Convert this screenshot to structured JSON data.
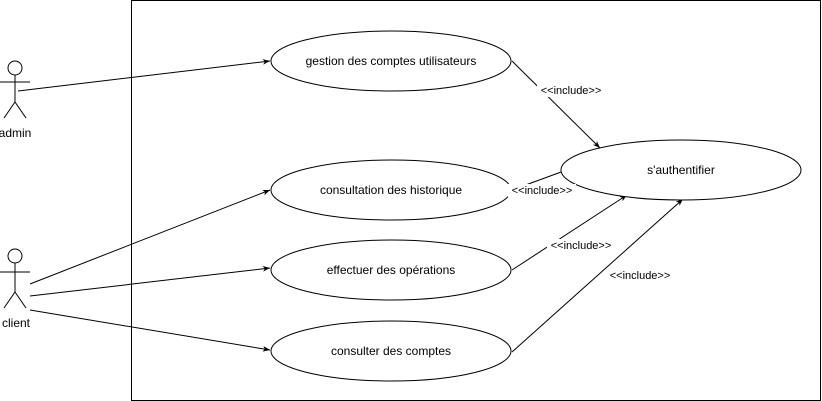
{
  "actors": {
    "admin": {
      "label": "admin"
    },
    "client": {
      "label": "client"
    }
  },
  "use_cases": {
    "gestion": {
      "label": "gestion des comptes utilisateurs"
    },
    "historique": {
      "label": "consultation des historique"
    },
    "operations": {
      "label": "effectuer des opérations"
    },
    "comptes": {
      "label": "consulter des comptes"
    },
    "auth": {
      "label": "s'authentifier"
    }
  },
  "relations": {
    "include_gestion": {
      "label": "<<include>>"
    },
    "include_historique": {
      "label": "<<include>>"
    },
    "include_operations": {
      "label": "<<include>>"
    },
    "include_comptes": {
      "label": "<<include>>"
    }
  },
  "colors": {
    "stroke": "#000000",
    "background": "#ffffff"
  }
}
